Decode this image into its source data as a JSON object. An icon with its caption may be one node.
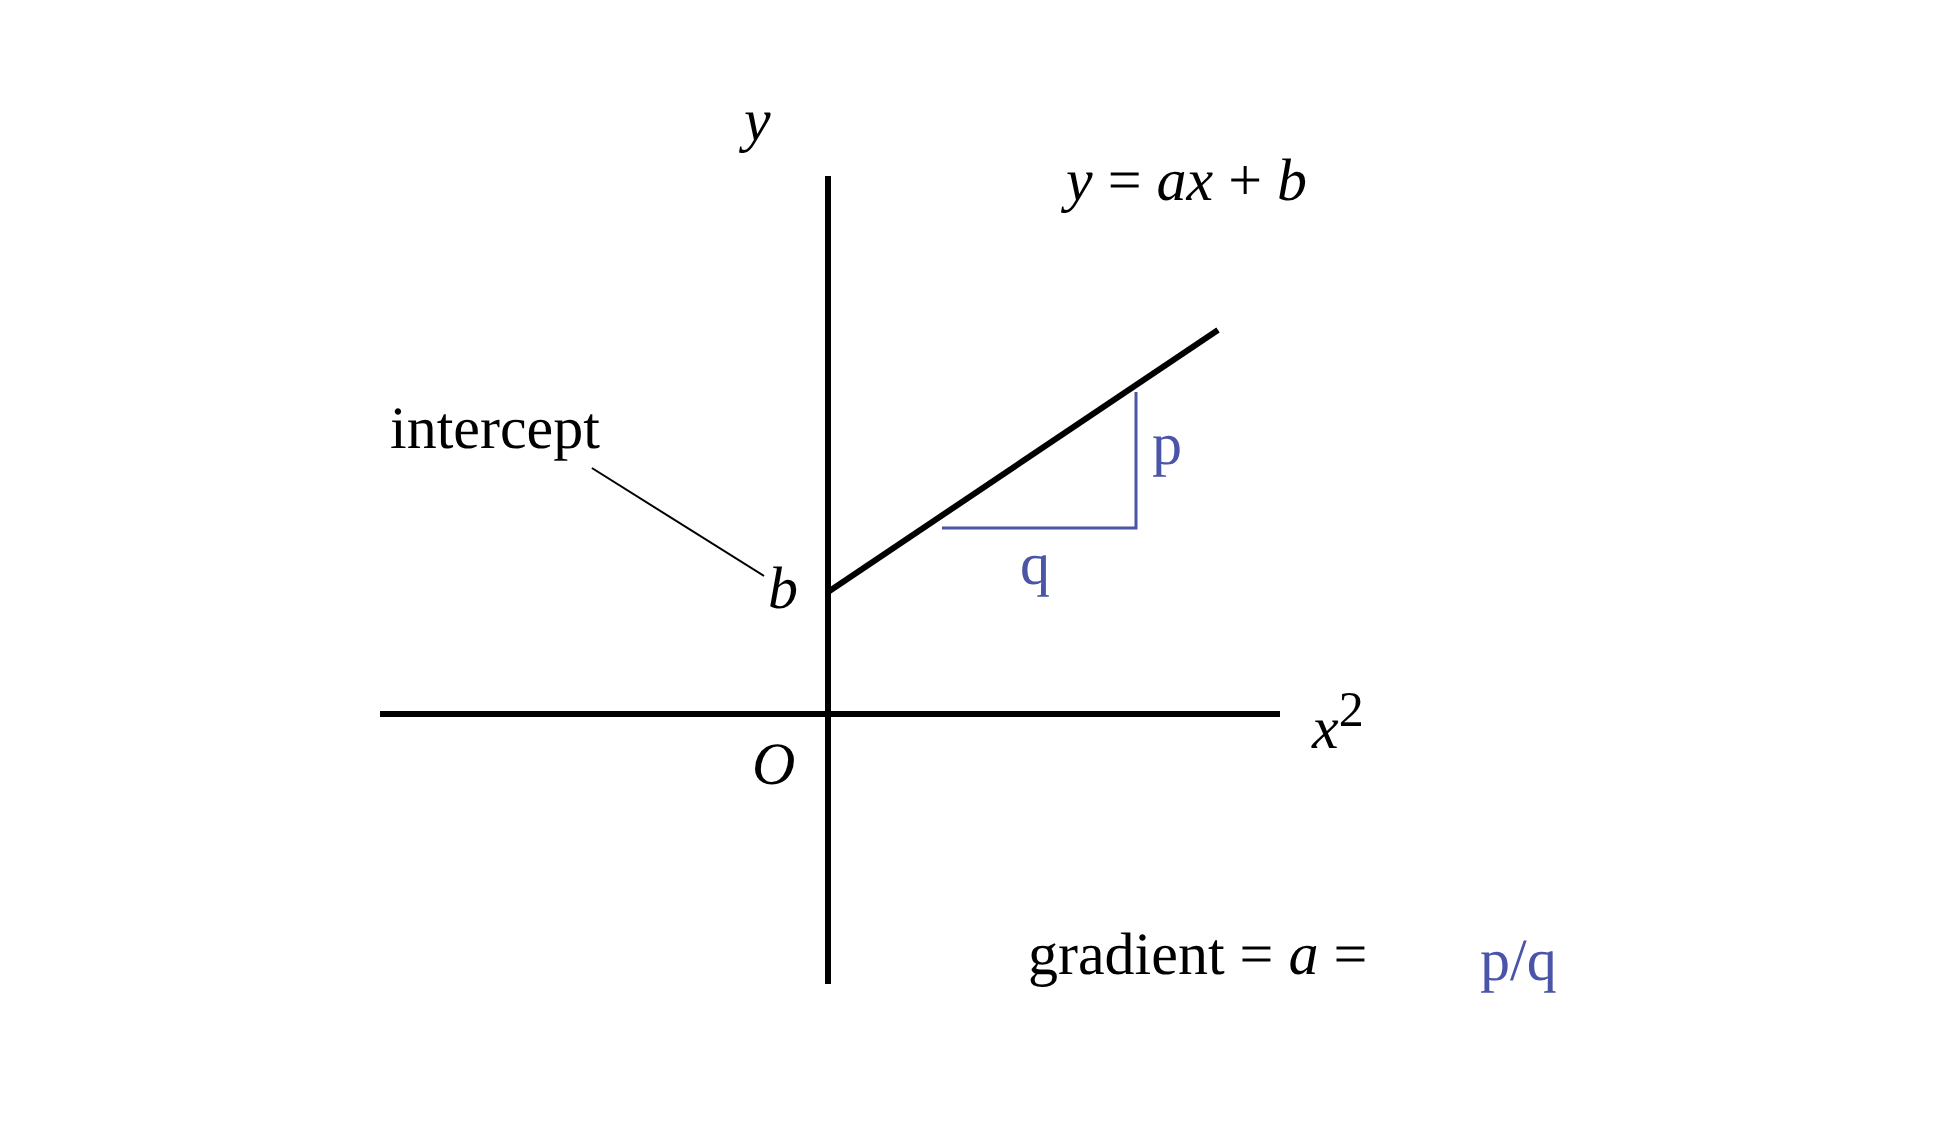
{
  "diagram": {
    "nodes": [
      {
        "text": [
          "intercept"
        ]
      },
      {
        "text": [
          "*b*"
        ]
      }
    ],
    "edges": [
      {
        "from": 0,
        "to": 1,
        "arrow": "none"
      }
    ],
    "labels": [
      "*y*",
      "*y* = *ax*  + *b*",
      "p",
      "q",
      "*x*$^{2}$",
      "*O*",
      "gradient = *a*  =",
      "p/q"
    ]
  }
}
